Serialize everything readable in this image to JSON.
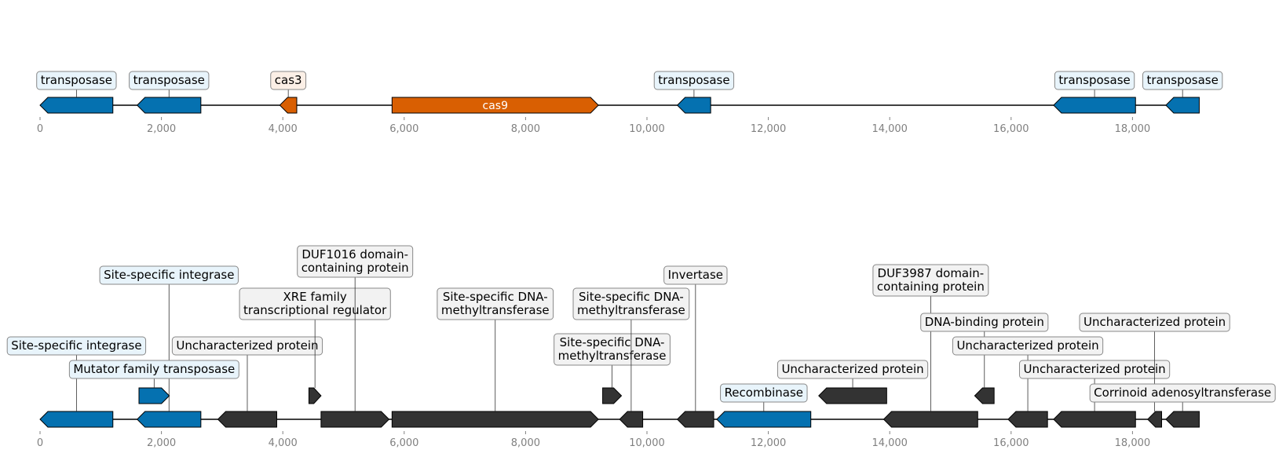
{
  "colors": {
    "transposase": "#0571b0",
    "cas": "#d95f02",
    "other": "#333333",
    "label_bg_transposase": "#e8f4fb",
    "label_bg_cas": "#fbefe6",
    "label_bg_other": "#f2f2f2"
  },
  "axis_ticks": [
    {
      "value": 0,
      "label": "0"
    },
    {
      "value": 2000,
      "label": "2,000"
    },
    {
      "value": 4000,
      "label": "4,000"
    },
    {
      "value": 6000,
      "label": "6,000"
    },
    {
      "value": 8000,
      "label": "8,000"
    },
    {
      "value": 10000,
      "label": "10,000"
    },
    {
      "value": 12000,
      "label": "12,000"
    },
    {
      "value": 14000,
      "label": "14,000"
    },
    {
      "value": 16000,
      "label": "16,000"
    },
    {
      "value": 18000,
      "label": "18,000"
    }
  ],
  "tracks": [
    {
      "name": "top-track",
      "sequence_length": 19100,
      "features": [
        {
          "start": 0,
          "end": 1200,
          "strand": -1,
          "kind": "transposase",
          "label": "transposase",
          "inner_label": "",
          "level": 0
        },
        {
          "start": 1600,
          "end": 2650,
          "strand": -1,
          "kind": "transposase",
          "label": "transposase",
          "inner_label": "",
          "level": 0
        },
        {
          "start": 3950,
          "end": 4230,
          "strand": -1,
          "kind": "cas",
          "label": "cas3",
          "inner_label": "",
          "level": 0
        },
        {
          "start": 5800,
          "end": 9200,
          "strand": 1,
          "kind": "cas",
          "label": "",
          "inner_label": "cas9",
          "level": 0
        },
        {
          "start": 10500,
          "end": 11050,
          "strand": -1,
          "kind": "transposase",
          "label": "transposase",
          "inner_label": "",
          "level": 0
        },
        {
          "start": 16700,
          "end": 18050,
          "strand": -1,
          "kind": "transposase",
          "label": "transposase",
          "inner_label": "",
          "level": 0
        },
        {
          "start": 18550,
          "end": 19100,
          "strand": -1,
          "kind": "transposase",
          "label": "transposase",
          "inner_label": "",
          "level": 0
        }
      ]
    },
    {
      "name": "bottom-track",
      "sequence_length": 19100,
      "features": [
        {
          "start": 0,
          "end": 1200,
          "strand": -1,
          "kind": "transposase",
          "label": "Site-specific integrase",
          "inner_label": "",
          "level": 0,
          "label_level": 2
        },
        {
          "start": 1600,
          "end": 2650,
          "strand": -1,
          "kind": "transposase",
          "label": "Site-specific integrase",
          "inner_label": "",
          "level": 0,
          "label_level": 5
        },
        {
          "start": 1630,
          "end": 2130,
          "strand": 1,
          "kind": "transposase",
          "label": "Mutator family transposase",
          "inner_label": "",
          "level": 1,
          "label_level": 1
        },
        {
          "start": 2930,
          "end": 3900,
          "strand": -1,
          "kind": "other",
          "label": "Uncharacterized protein",
          "inner_label": "",
          "level": 0,
          "label_level": 2
        },
        {
          "start": 4430,
          "end": 4630,
          "strand": 1,
          "kind": "other",
          "label": "XRE family\ntranscriptional regulator",
          "inner_label": "",
          "level": 1,
          "label_level": 4
        },
        {
          "start": 4630,
          "end": 5750,
          "strand": 1,
          "kind": "other",
          "label": "DUF1016 domain-\ncontaining protein",
          "inner_label": "",
          "level": 0,
          "label_level": 6
        },
        {
          "start": 5800,
          "end": 9200,
          "strand": 1,
          "kind": "other",
          "label": "Site-specific DNA-\nmethyltransferase",
          "inner_label": "",
          "level": 0,
          "label_level": 4
        },
        {
          "start": 9270,
          "end": 9580,
          "strand": 1,
          "kind": "other",
          "label": "Site-specific DNA-\nmethyltransferase",
          "inner_label": "",
          "level": 1,
          "label_level": 2
        },
        {
          "start": 9550,
          "end": 9930,
          "strand": -1,
          "kind": "other",
          "label": "Site-specific DNA-\nmethyltransferase",
          "inner_label": "",
          "level": 0,
          "label_level": 4
        },
        {
          "start": 10500,
          "end": 11100,
          "strand": -1,
          "kind": "other",
          "label": "Invertase",
          "inner_label": "",
          "level": 0,
          "label_level": 5
        },
        {
          "start": 11150,
          "end": 12700,
          "strand": -1,
          "kind": "transposase",
          "label": "Recombinase",
          "inner_label": "",
          "level": 0,
          "label_level": 0
        },
        {
          "start": 12830,
          "end": 13950,
          "strand": -1,
          "kind": "other",
          "label": "Uncharacterized protein",
          "inner_label": "",
          "level": 1,
          "label_level": 1
        },
        {
          "start": 13900,
          "end": 15450,
          "strand": -1,
          "kind": "other",
          "label": "DUF3987 domain-\ncontaining protein",
          "inner_label": "",
          "level": 0,
          "label_level": 5
        },
        {
          "start": 15400,
          "end": 15720,
          "strand": -1,
          "kind": "other",
          "label": "DNA-binding protein",
          "inner_label": "",
          "level": 1,
          "label_level": 3
        },
        {
          "start": 15950,
          "end": 16600,
          "strand": -1,
          "kind": "other",
          "label": "Uncharacterized protein",
          "inner_label": "",
          "level": 0,
          "label_level": 2
        },
        {
          "start": 16700,
          "end": 18050,
          "strand": -1,
          "kind": "other",
          "label": "Uncharacterized protein",
          "inner_label": "",
          "level": 0,
          "label_level": 1
        },
        {
          "start": 18250,
          "end": 18480,
          "strand": -1,
          "kind": "other",
          "label": "Uncharacterized protein",
          "inner_label": "",
          "level": 0,
          "label_level": 3
        },
        {
          "start": 18550,
          "end": 19100,
          "strand": -1,
          "kind": "other",
          "label": "Corrinoid adenosyltransferase",
          "inner_label": "",
          "level": 0,
          "label_level": 0
        }
      ]
    }
  ]
}
